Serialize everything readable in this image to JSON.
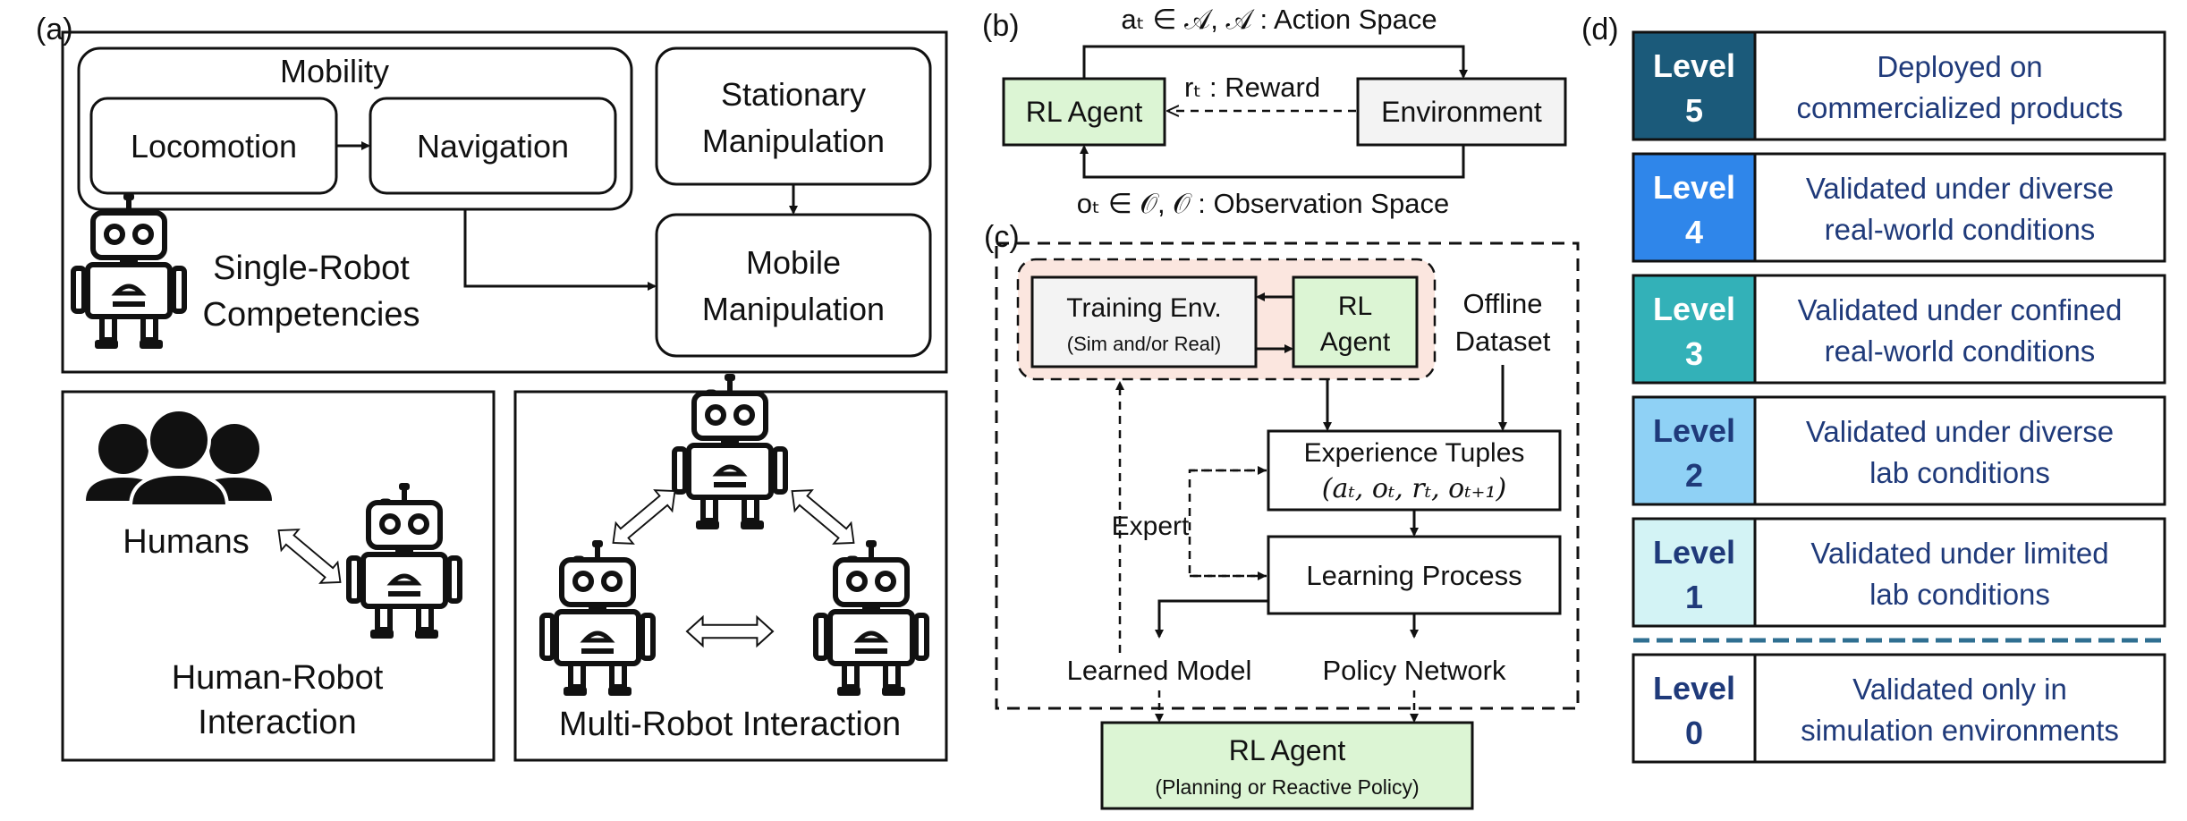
{
  "panel_a": {
    "letter": "(a)",
    "mobility": "Mobility",
    "locomotion": "Locomotion",
    "navigation": "Navigation",
    "stationary_line1": "Stationary",
    "stationary_line2": "Manipulation",
    "mobile_line1": "Mobile",
    "mobile_line2": "Manipulation",
    "single_line1": "Single-Robot",
    "single_line2": "Competencies",
    "humans": "Humans",
    "hri_line1": "Human-Robot",
    "hri_line2": "Interaction",
    "multi": "Multi-Robot Interaction"
  },
  "panel_b": {
    "letter": "(b)",
    "action": "aₜ ∈ 𝒜,  𝒜 : Action Space",
    "reward": "rₜ : Reward",
    "observation": "oₜ ∈ 𝒪,  𝒪 : Observation Space",
    "agent": "RL Agent",
    "environment": "Environment"
  },
  "panel_c": {
    "letter": "(c)",
    "training_line1": "Training Env.",
    "training_line2": "(Sim and/or Real)",
    "rl_line1": "RL",
    "rl_line2": "Agent",
    "offline_line1": "Offline",
    "offline_line2": "Dataset",
    "experience_line1": "Experience Tuples",
    "experience_line2": "(aₜ, oₜ, rₜ, oₜ₊₁)",
    "expert": "Expert",
    "learning": "Learning Process",
    "learned_model": "Learned Model",
    "policy_network": "Policy Network",
    "final_line1": "RL Agent",
    "final_line2": "(Planning or Reactive Policy)"
  },
  "panel_d": {
    "letter": "(d)",
    "levels": [
      {
        "word": "Level",
        "num": "5",
        "line1": "Deployed on",
        "line2": "commercialized products",
        "color": "#1b5a7a"
      },
      {
        "word": "Level",
        "num": "4",
        "line1": "Validated under diverse",
        "line2": "real-world conditions",
        "color": "#2f86ea"
      },
      {
        "word": "Level",
        "num": "3",
        "line1": "Validated under confined",
        "line2": "real-world conditions",
        "color": "#33b1b8"
      },
      {
        "word": "Level",
        "num": "2",
        "line1": "Validated under diverse",
        "line2": "lab conditions",
        "color": "#8fd1f5"
      },
      {
        "word": "Level",
        "num": "1",
        "line1": "Validated under limited",
        "line2": "lab conditions",
        "color": "#d3f3f5"
      },
      {
        "word": "Level",
        "num": "0",
        "line1": "Validated only in",
        "line2": "simulation environments",
        "color": "#ffffff"
      }
    ]
  },
  "colors": {
    "agent_green": "#dcf5d4",
    "env_grey": "#f3f3f3",
    "training_pink": "#fbe6df",
    "text_navy": "#1f3a7a",
    "divider": "#2f6f91"
  }
}
